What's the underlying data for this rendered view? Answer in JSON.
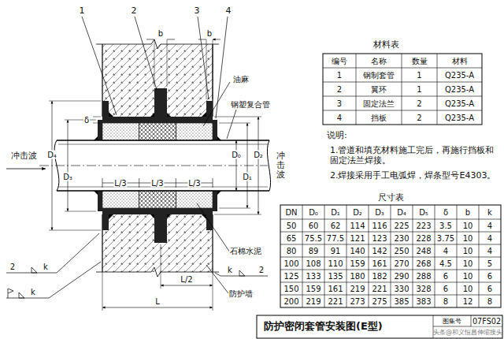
{
  "diagram": {
    "title": "防护密闭套管安装图(E型)",
    "labels": [
      "1",
      "2",
      "b",
      "3",
      "4",
      "b",
      "油麻",
      "钢塑复合管",
      "δ",
      "D₄",
      "D₃",
      "L/3",
      "L/3",
      "L/3",
      "冲击波",
      "冲击波",
      "D₀",
      "D₁",
      "D₂",
      "石棉水泥",
      "防护墙",
      "L/2",
      "L",
      "2",
      "k",
      "k",
      "k",
      "2",
      "材料表",
      "编号",
      "名称",
      "数量",
      "材料",
      "1",
      "钢制套管",
      "1",
      "Q235-A",
      "2",
      "翼环",
      "1",
      "Q235-A",
      "3",
      "固定法兰",
      "2",
      "Q235-A",
      "4",
      "挡板",
      "2",
      "Q235-A",
      "说明:",
      "1.管道和填充材料施工完后，再施行挡板和固定法兰焊接。",
      "2.焊接采用手工电弧焊，焊条型号E4303。",
      "尺寸表",
      "DN",
      "D₀",
      "D₁",
      "D₂",
      "D₃",
      "D₄",
      "D₅",
      "δ",
      "b",
      "k",
      "50",
      "60",
      "62",
      "114",
      "116",
      "225",
      "223",
      "3.5",
      "10",
      "4",
      "65",
      "75.5",
      "77.5",
      "121",
      "123",
      "230",
      "228",
      "3.75",
      "10",
      "4",
      "80",
      "89",
      "91",
      "140",
      "142",
      "250",
      "248",
      "4",
      "10",
      "4",
      "100",
      "108",
      "110",
      "159",
      "161",
      "270",
      "268",
      "4.5",
      "10",
      "5",
      "125",
      "133",
      "135",
      "180",
      "182",
      "290",
      "288",
      "6",
      "10",
      "6",
      "150",
      "159",
      "161",
      "219",
      "221",
      "330",
      "328",
      "6",
      "10",
      "6",
      "200",
      "219",
      "221",
      "273",
      "275",
      "385",
      "383",
      "8",
      "12",
      "8",
      "图集号",
      "07FS02",
      "头条@和义恒昌伸缩接头"
    ]
  }
}
